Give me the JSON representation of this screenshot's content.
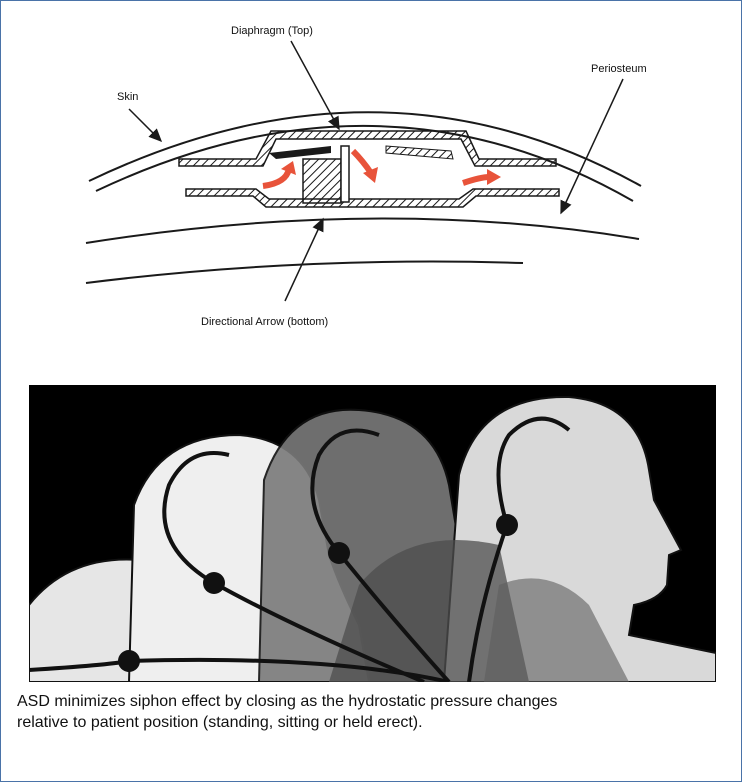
{
  "diagram": {
    "labels": {
      "diaphragm": "Diaphragm (Top)",
      "skin": "Skin",
      "periosteum": "Periosteum",
      "directional_arrow": "Directional Arrow (bottom)"
    },
    "colors": {
      "flow_arrow": "#e8533a",
      "line": "#1a1a1a",
      "frame": "#4a73a8"
    }
  },
  "illustration": {
    "description_icons": [
      "head-silhouette",
      "head-silhouette",
      "head-silhouette",
      "head-silhouette"
    ],
    "colors": {
      "background": "#000000",
      "head_light": "#e6e6e6",
      "head_mid": "#9c9c9c",
      "head_dark": "#5a5a5a",
      "catheter": "#111111"
    }
  },
  "caption": {
    "line1": "ASD minimizes siphon effect by closing as the hydrostatic pressure changes",
    "line2": "relative to patient position (standing, sitting or held erect)."
  }
}
